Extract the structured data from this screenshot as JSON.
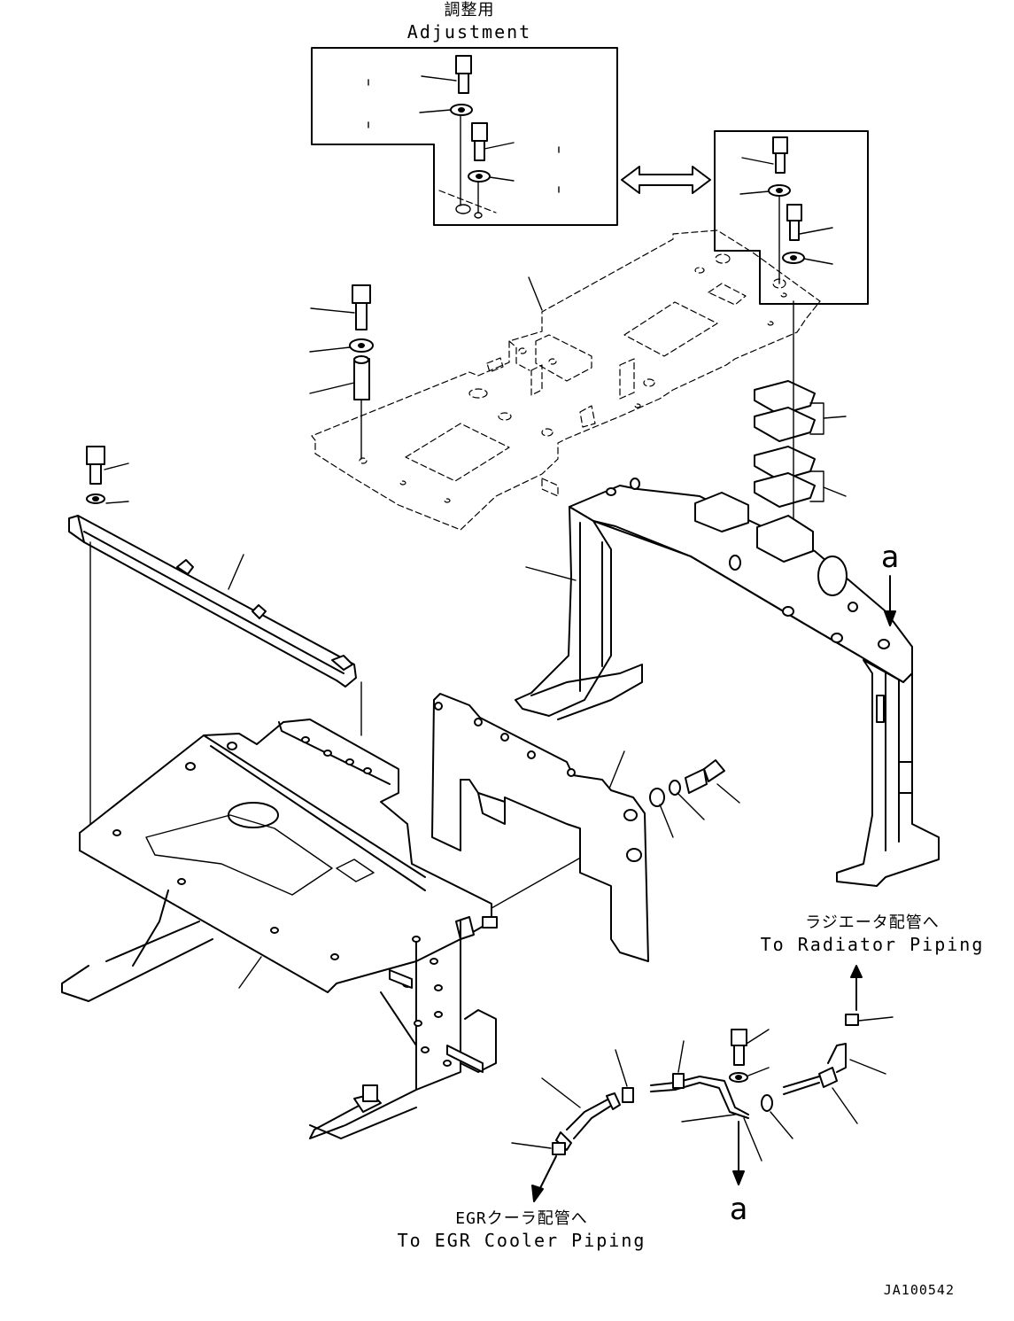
{
  "labels": {
    "adjustment_jp": "調整用",
    "adjustment_en": "Adjustment",
    "radiator_jp": "ラジエータ配管へ",
    "radiator_en": "To Radiator Piping",
    "egr_jp": "EGRクーラ配管へ",
    "egr_en": "To EGR Cooler Piping",
    "ref_a": "a",
    "drawing_code": "JA100542"
  }
}
